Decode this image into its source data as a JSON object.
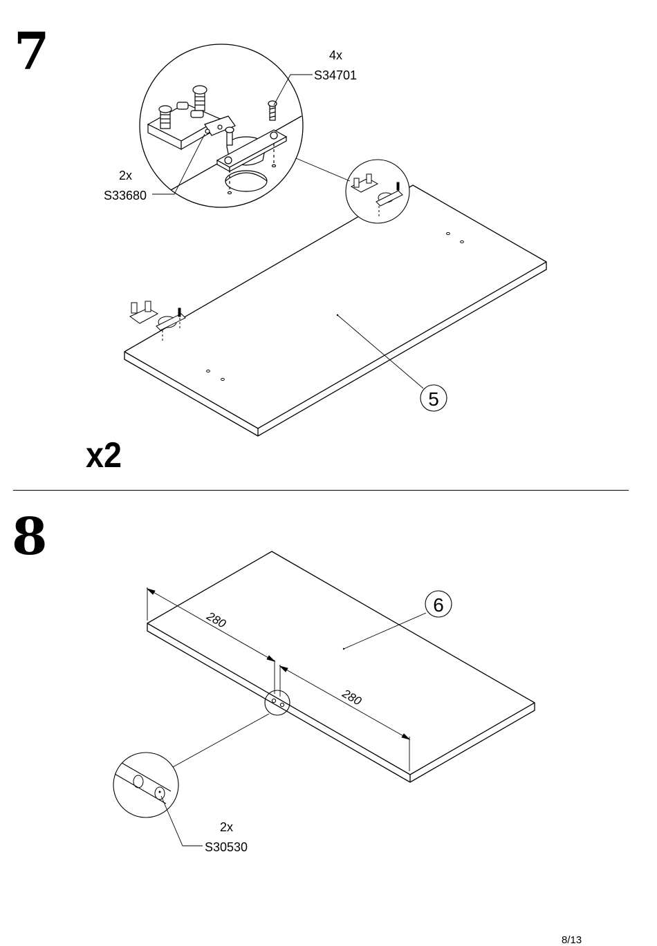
{
  "steps": [
    {
      "number": "7",
      "multiplier": "x2",
      "part": "5",
      "callouts": [
        {
          "qty": "4x",
          "code": "S34701"
        },
        {
          "qty": "2x",
          "code": "S33680"
        }
      ]
    },
    {
      "number": "8",
      "part": "6",
      "dimensions": [
        "280",
        "280"
      ],
      "callouts": [
        {
          "qty": "2x",
          "code": "S30530"
        }
      ]
    }
  ],
  "page": "8/13"
}
